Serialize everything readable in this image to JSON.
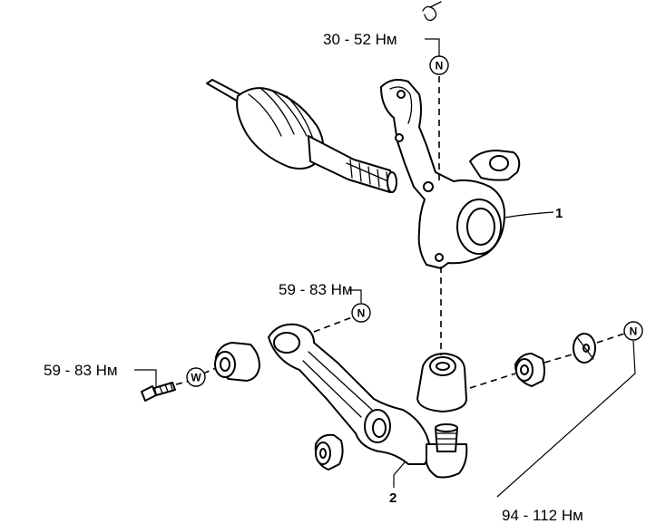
{
  "torque_labels": {
    "knuckle_top": "30 - 52 Нм",
    "arm_front": "59 - 83 Нм",
    "bolt": "59 - 83 Нм",
    "rear_bushing": "94 - 112 Нм"
  },
  "markers": {
    "nut_top": "N",
    "nut_arm": "N",
    "nut_rear": "N",
    "washer": "W"
  },
  "callouts": {
    "knuckle": "1",
    "lower_arm": "2"
  }
}
